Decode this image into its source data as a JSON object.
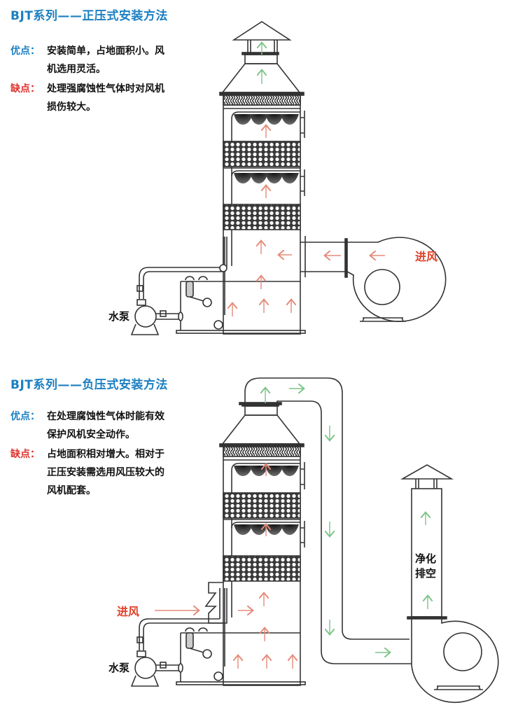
{
  "section1": {
    "title": "BJT系列——正压式安装方法",
    "pros_label": "优点：",
    "pros_lines": [
      "安装简单，占地面积小。风",
      "机选用灵活。"
    ],
    "cons_label": "缺点：",
    "cons_lines": [
      "处理强腐蚀性气体时对风机",
      "损伤较大。"
    ],
    "labels": {
      "pump": "水泵",
      "inlet": "进风"
    }
  },
  "section2": {
    "title": "BJT系列——负压式安装方法",
    "pros_label": "优点：",
    "pros_lines": [
      "在处理腐蚀性气体时能有效",
      "保护风机安全动作。"
    ],
    "cons_label": "缺点：",
    "cons_lines": [
      "占地面积相对增大。相对于",
      "正压安装需选用风压较大的",
      "风机配套。"
    ],
    "labels": {
      "pump": "水泵",
      "inlet": "进风",
      "exhaust_line1": "净化",
      "exhaust_line2": "排空"
    }
  },
  "colors": {
    "title_blue": "#1a7fc1",
    "cons_red": "#e0312a",
    "arrow_red": "#e58a78",
    "arrow_green": "#7cc487",
    "line": "#333333"
  }
}
